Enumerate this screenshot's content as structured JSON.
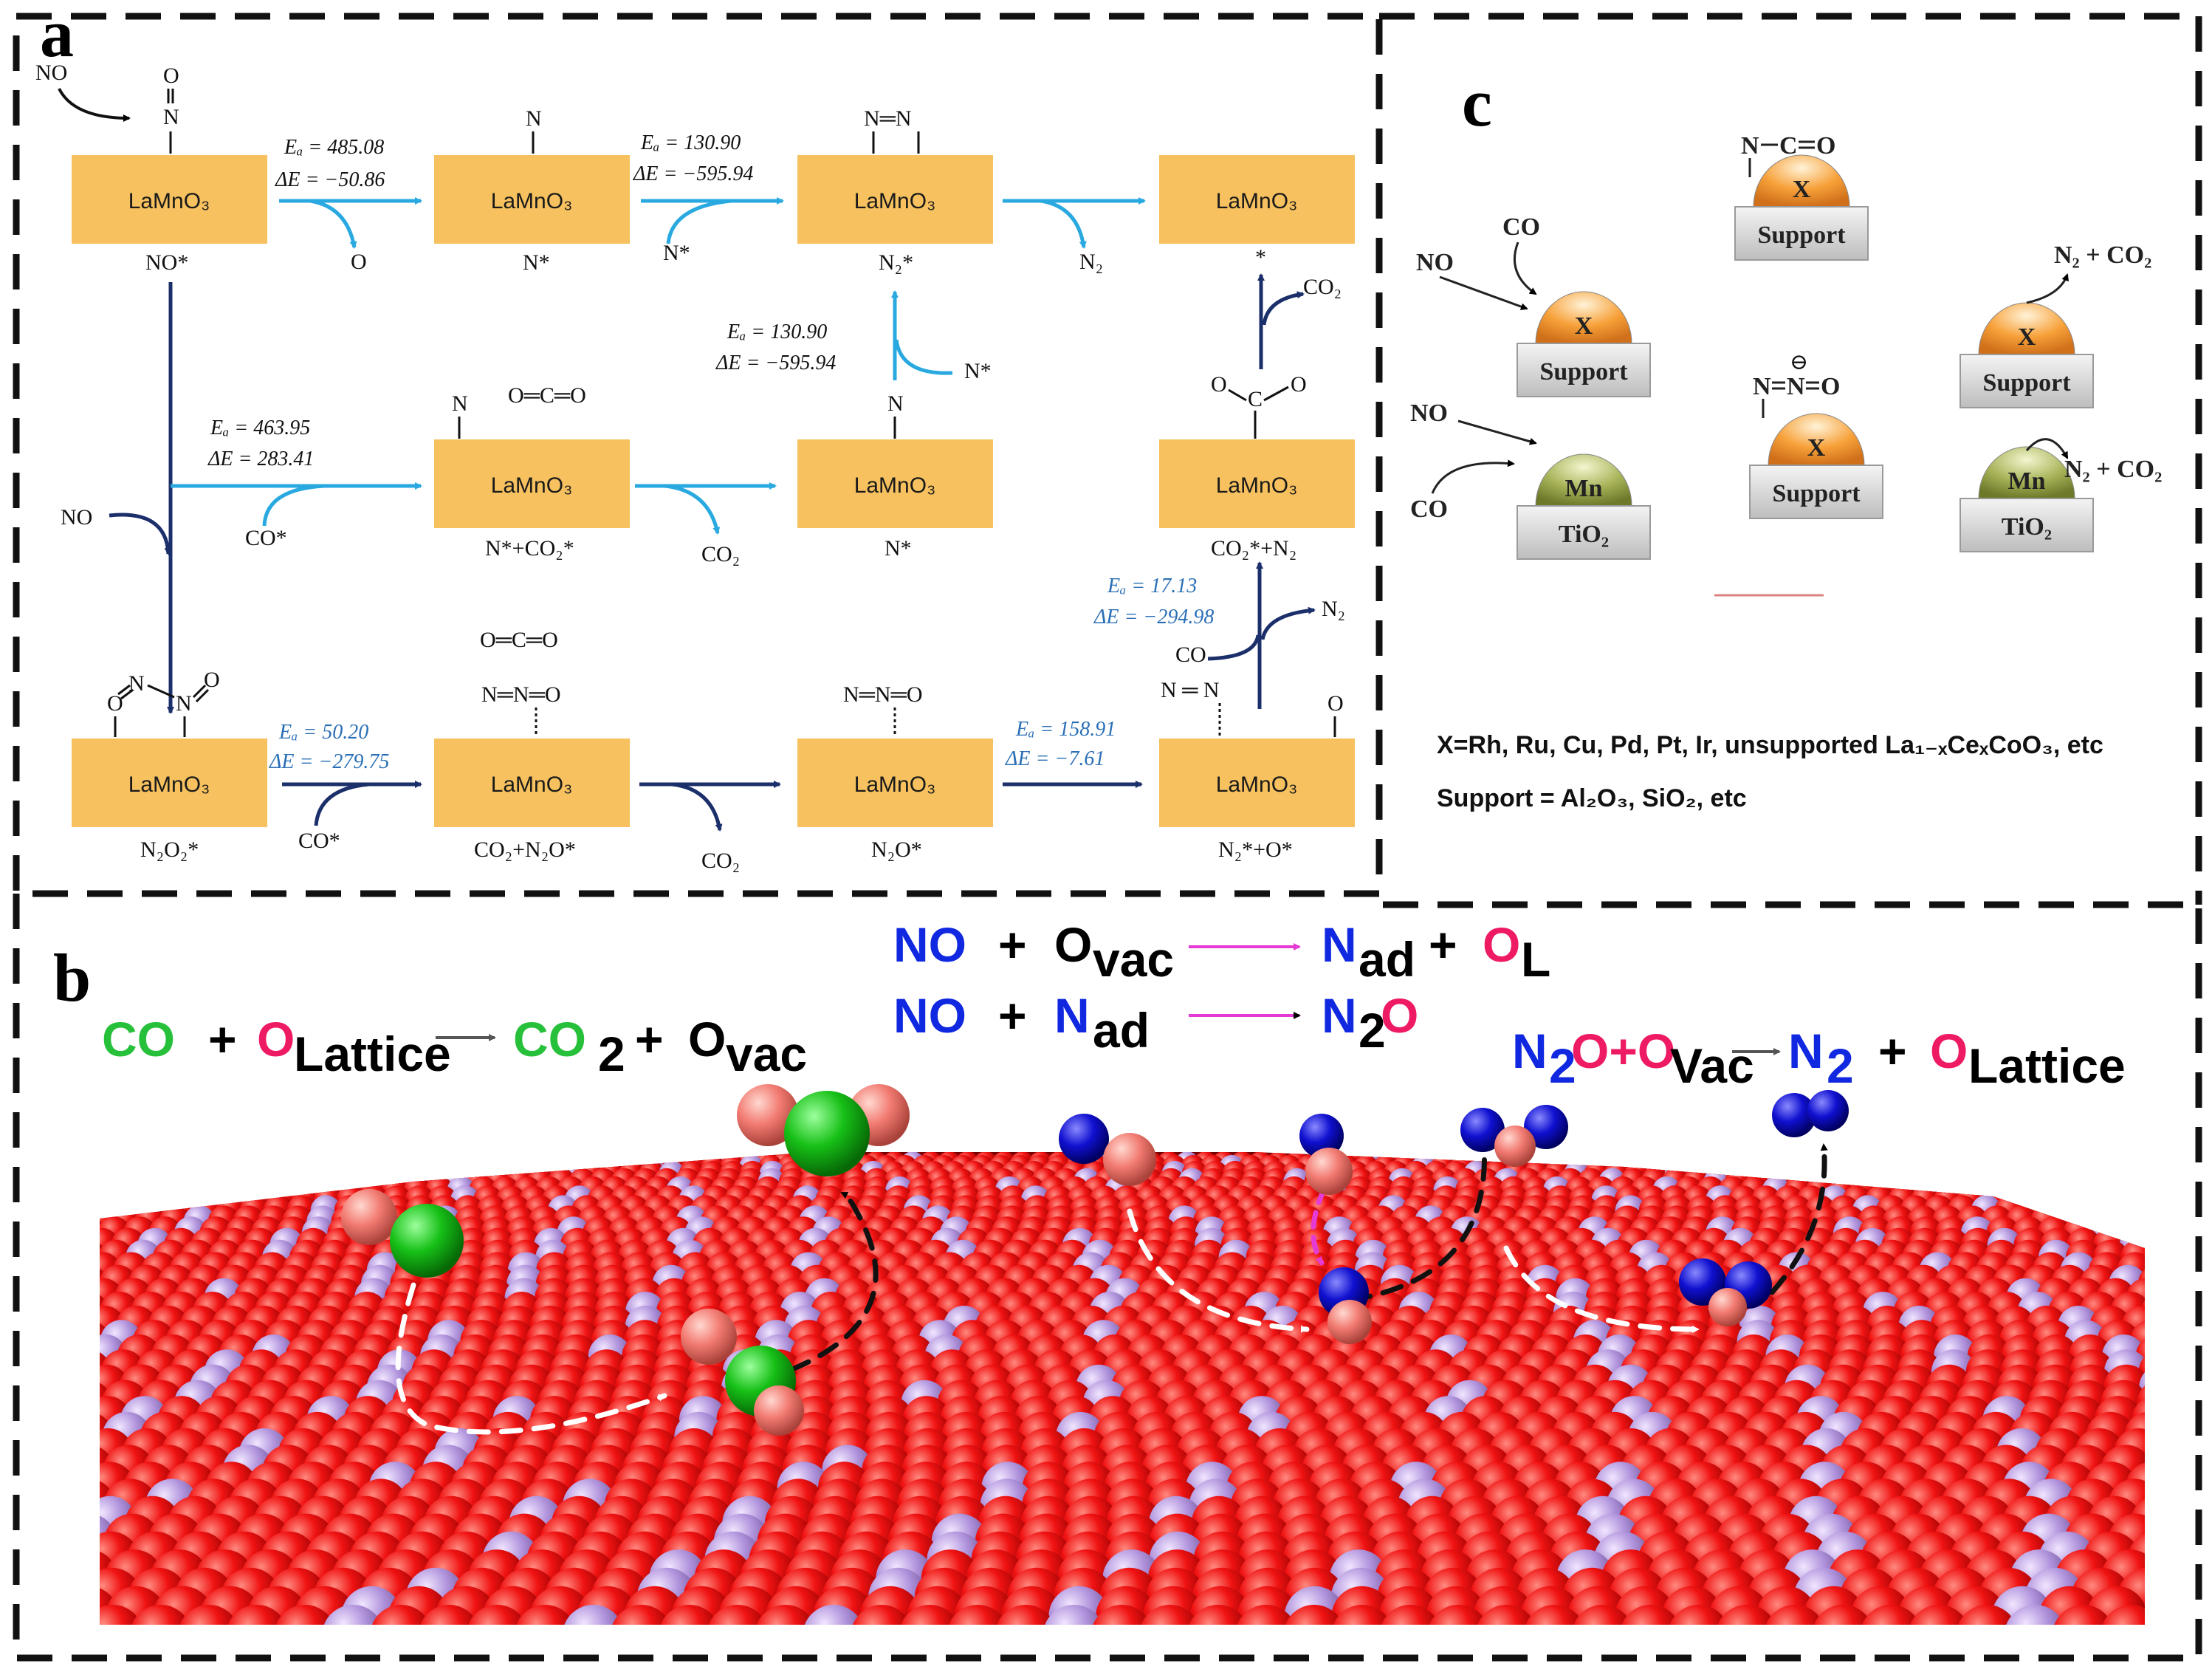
{
  "panel_labels": {
    "a": "a",
    "b": "b",
    "c": "c"
  },
  "panel_a": {
    "box_label": "LaMnO₃",
    "nodes": {
      "r1c1": {
        "top": "O\n‖\nN",
        "bottom": "NO*"
      },
      "r1c2": {
        "top": "N",
        "bottom": "N*"
      },
      "r1c3": {
        "top": "N═N",
        "bottom": "N₂*"
      },
      "r1c4": {
        "bottom": ""
      },
      "r2c2": {
        "top": "N",
        "top2": "O═C═O",
        "bottom": "N*+CO₂*"
      },
      "r2c3": {
        "top": "N",
        "bottom": "N*"
      },
      "r2c4": {
        "top": "O⁄C\\O",
        "bottom": "CO₂*+N₂"
      },
      "r3c1": {
        "top": "O═N  N═O",
        "bottom": "N₂O₂*"
      },
      "r3c2": {
        "top": "O═C═O",
        "top2": "N═N═O",
        "bottom": "CO₂+N₂O*"
      },
      "r3c3": {
        "top": "N═N═O",
        "bottom": "N₂O*"
      },
      "r3c4": {
        "top": "N ═ N",
        "top_right": "O",
        "bottom": "N₂*+O*"
      }
    },
    "inputs": {
      "no_top": "NO",
      "no_mid": "NO"
    },
    "steps": {
      "s1": {
        "ea": "Eₐ = 485.08",
        "de": "ΔE = −50.86",
        "byproduct": "O"
      },
      "s2": {
        "ea": "Eₐ = 130.90",
        "de": "ΔE = −595.94",
        "reactant": "N*"
      },
      "s3": {
        "product": "N₂"
      },
      "s4": {
        "ea": "Eₐ = 463.95",
        "de": "ΔE = 283.41",
        "reactant": "CO*"
      },
      "s5": {
        "product": "CO₂"
      },
      "s6": {
        "ea": "Eₐ = 130.90",
        "de": "ΔE = −595.94",
        "reactant": "N*"
      },
      "s7": {
        "product": "CO₂",
        "star": "*"
      },
      "s8": {
        "ea": "Eₐ = 50.20",
        "de": "ΔE = −279.75",
        "reactant": "CO*"
      },
      "s9": {
        "product": "CO₂"
      },
      "s10": {
        "ea": "Eₐ = 158.91",
        "de": "ΔE = −7.61"
      },
      "s11": {
        "ea": "Eₐ = 17.13",
        "de": "ΔE = −294.98",
        "reactant": "CO",
        "product": "N₂"
      }
    }
  },
  "panel_b": {
    "eq1": {
      "a": "CO",
      "plus": "+",
      "b": "O",
      "b_sub": "Lattice",
      "c": "CO",
      "c_sub": "2",
      "plus2": "+",
      "d": "O",
      "d_sub": "vac"
    },
    "eq2": {
      "a": "NO",
      "plus": "+",
      "b": "O",
      "b_sub": "vac",
      "c": "N",
      "c_sub": "ad",
      "plus2": "+",
      "d": "O",
      "d_sub": "L"
    },
    "eq3": {
      "a": "NO",
      "plus": "+",
      "b": "N",
      "b_sub": "ad",
      "c": "N",
      "c_sub": "2",
      "d": "O"
    },
    "eq4": {
      "a": "N",
      "a_sub": "2",
      "b": "O+O",
      "b_sub": "Vac",
      "c": "N",
      "c_sub": "2",
      "plus": "+",
      "d": "O",
      "d_sub": "Lattice"
    }
  },
  "panel_c": {
    "sphere_x": "X",
    "sphere_mn": "Mn",
    "support": "Support",
    "tio2": "TiO₂",
    "nco": "N═C═O",
    "nno": "N═N═O",
    "nno_charge": "⊖",
    "no1": "NO",
    "co1": "CO",
    "no2": "NO",
    "co2": "CO",
    "prod1": "N₂ + CO₂",
    "prod2": "N₂ + CO₂",
    "note1": "X=Rh, Ru, Cu, Pd, Pt, Ir, unsupported La₁₋ₓCeₓCoO₃, etc",
    "note2": "Support = Al₂O₃, SiO₂, etc"
  },
  "colors": {
    "box": "#f6c15e",
    "arrow_light": "#29a9e0",
    "arrow_dark": "#1b2f6b",
    "energy_blue": "#2a6fb5",
    "oxygen": "#e01010",
    "lanthanum": "#a98bd6",
    "carbon": "#17c017",
    "nitrogen": "#1010d0",
    "label_green": "#27c03a",
    "label_pink": "#ef1a64",
    "label_blue": "#1028e0"
  }
}
